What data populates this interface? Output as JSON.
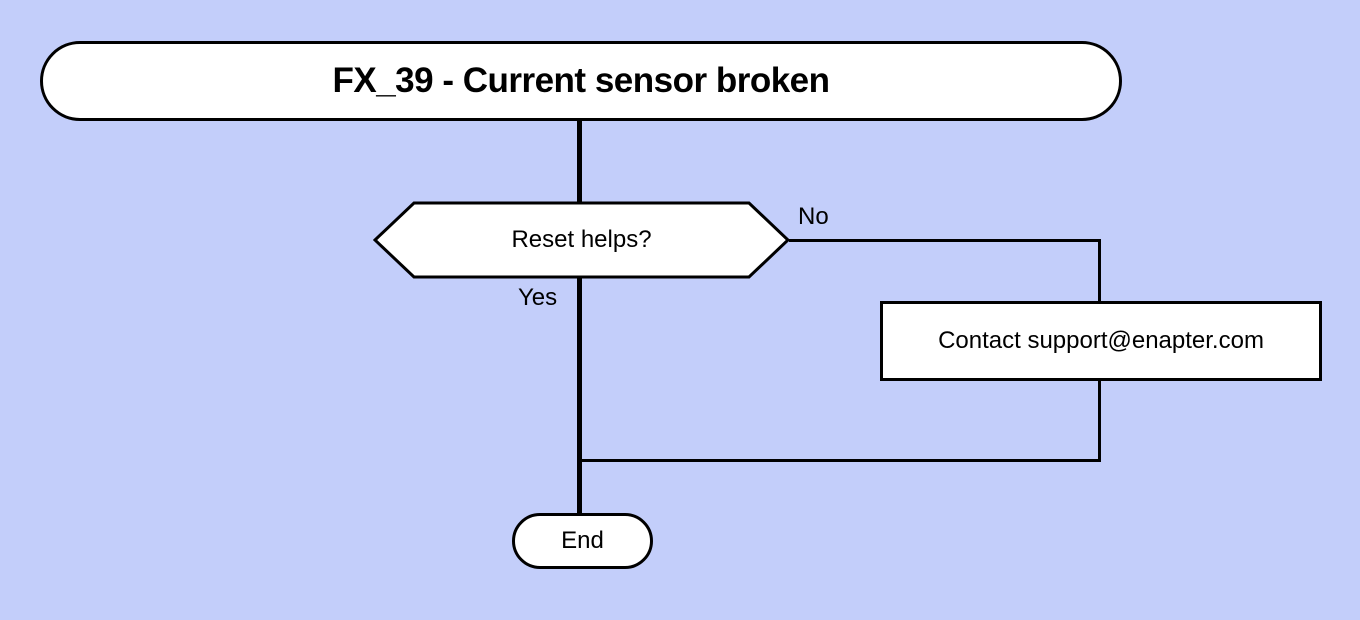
{
  "colors": {
    "background": "#c3cefa",
    "node_fill": "#ffffff",
    "stroke": "#000000"
  },
  "flowchart": {
    "title": {
      "label": "FX_39 - Current sensor broken"
    },
    "decision": {
      "label": "Reset helps?"
    },
    "edges": {
      "no": "No",
      "yes": "Yes"
    },
    "process": {
      "label": "Contact support@enapter.com"
    },
    "end": {
      "label": "End"
    }
  }
}
